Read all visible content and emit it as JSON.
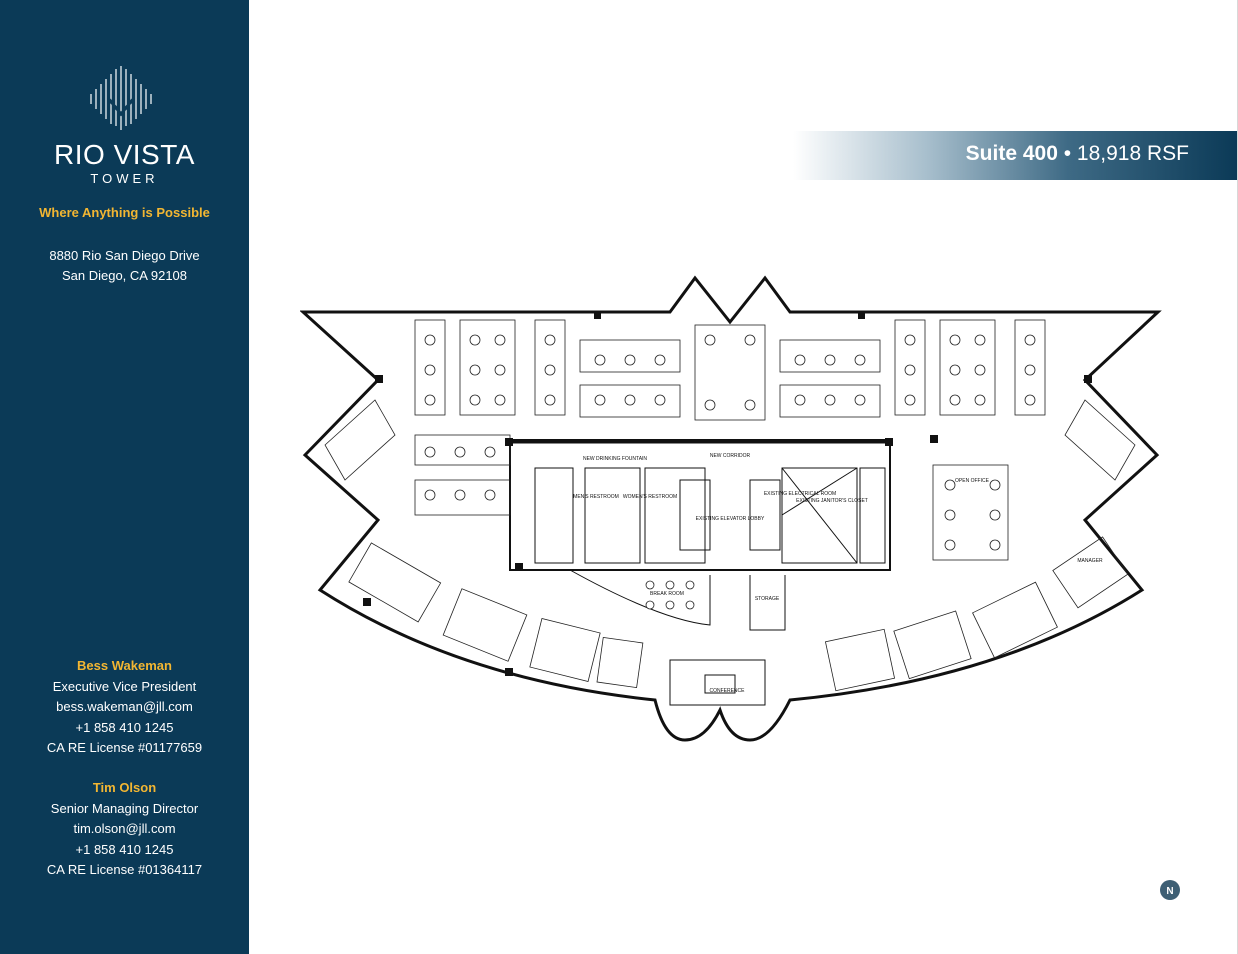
{
  "brand": {
    "name": "RIO VISTA",
    "sub": "TOWER",
    "tagline": "Where Anything is Possible"
  },
  "address": {
    "line1": "8880 Rio San Diego Drive",
    "line2": "San Diego, CA 92108"
  },
  "contacts": [
    {
      "name": "Bess Wakeman",
      "title": "Executive Vice President",
      "email": "bess.wakeman@jll.com",
      "phone": "+1 858 410 1245",
      "license": "CA RE License #01177659"
    },
    {
      "name": "Tim Olson",
      "title": "Senior Managing Director",
      "email": "tim.olson@jll.com",
      "phone": "+1 858 410 1245",
      "license": "CA RE License #01364117"
    }
  ],
  "suite": {
    "name": "Suite 400",
    "separator": "•",
    "size": "18,918 RSF"
  },
  "floorplan": {
    "labels": {
      "corridor": "NEW CORRIDOR",
      "lobby": "EXISTING ELEVATOR LOBBY",
      "mens": "MEN'S RESTROOM",
      "womens": "WOMEN'S RESTROOM",
      "drinking": "NEW DRINKING FOUNTAIN",
      "electrical": "EXISTING ELECTRICAL ROOM",
      "janitor": "EXISTING JANITOR'S CLOSET",
      "storage": "STORAGE",
      "break": "BREAK ROOM",
      "conference": "CONFERENCE",
      "open_office": "OPEN OFFICE",
      "manager": "MANAGER"
    }
  },
  "north_label": "N",
  "colors": {
    "sidebar": "#0b3a57",
    "accent": "#f2b632",
    "ink": "#111111"
  }
}
